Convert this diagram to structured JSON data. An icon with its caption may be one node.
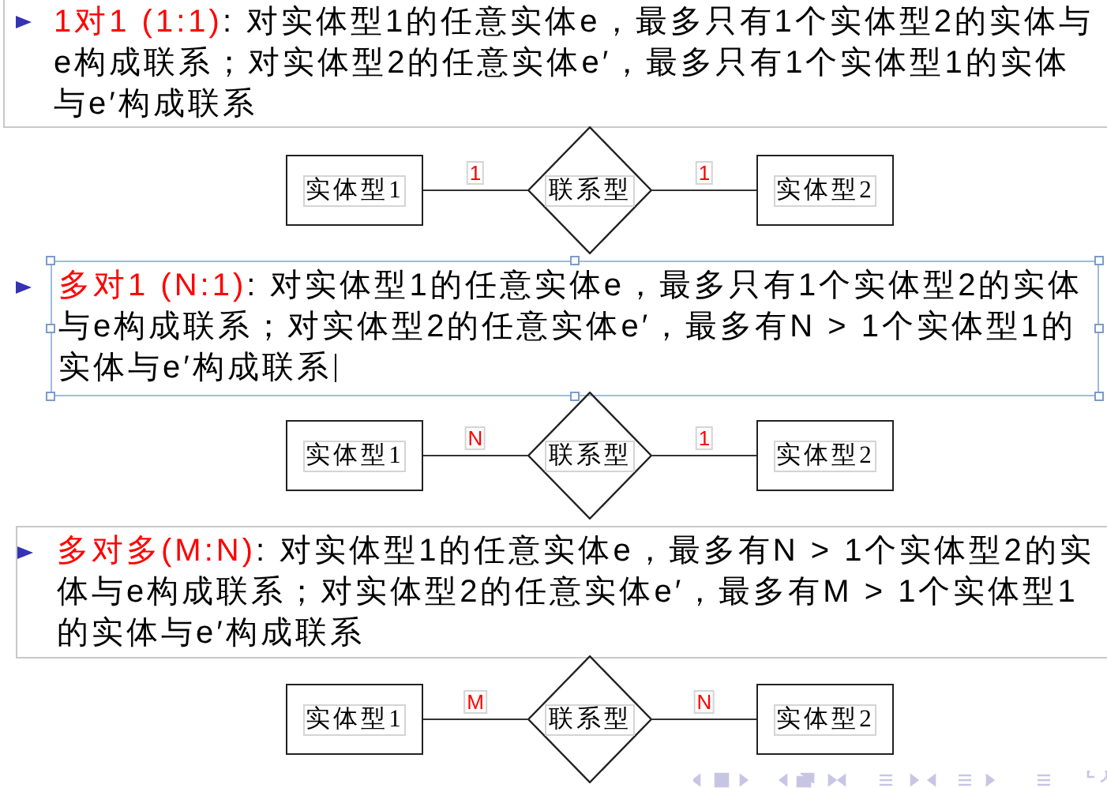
{
  "diagram": {
    "nodes": [
      {
        "text": [
          "实体型1"
        ]
      },
      {
        "text": [
          "联系型"
        ]
      },
      {
        "text": [
          "实体型2"
        ]
      },
      {
        "text": [
          "实体型1"
        ]
      },
      {
        "text": [
          "联系型"
        ]
      },
      {
        "text": [
          "实体型2"
        ]
      },
      {
        "text": [
          "实体型1"
        ]
      },
      {
        "text": [
          "联系型"
        ]
      },
      {
        "text": [
          "实体型2"
        ]
      }
    ],
    "edges": [
      {
        "from": 0,
        "to": 1,
        "arrow": "none",
        "label": "1"
      },
      {
        "from": 1,
        "to": 2,
        "arrow": "none",
        "label": "1"
      },
      {
        "from": 3,
        "to": 4,
        "arrow": "none",
        "label": "N"
      },
      {
        "from": 4,
        "to": 5,
        "arrow": "none",
        "label": "1"
      },
      {
        "from": 6,
        "to": 7,
        "arrow": "none",
        "label": "M"
      },
      {
        "from": 7,
        "to": 8,
        "arrow": "none",
        "label": "N"
      }
    ],
    "labels": [
      "1对1 (1:1)",
      ": 对实体型1的任意实体e，最多只有1个实体型2的实体与e构成联系；对实体型2的任意实体e′，最多只有1个实体型1的实体与e′构成联系",
      "多对1 (N:1)",
      ": 对实体型1的任意实体e，最多只有1个实体型2的实体与e构成联系；对实体型2的任意实体e′，最多有N > 1个实体型1的实体与e′构成联系",
      "多对多(M:N)",
      ": 对实体型1的任意实体e，最多有N > 1个实体型2的实体与e构成联系；对实体型2的任意实体e′，最多有M > 1个实体型1的实体与e′构成联系"
    ]
  }
}
